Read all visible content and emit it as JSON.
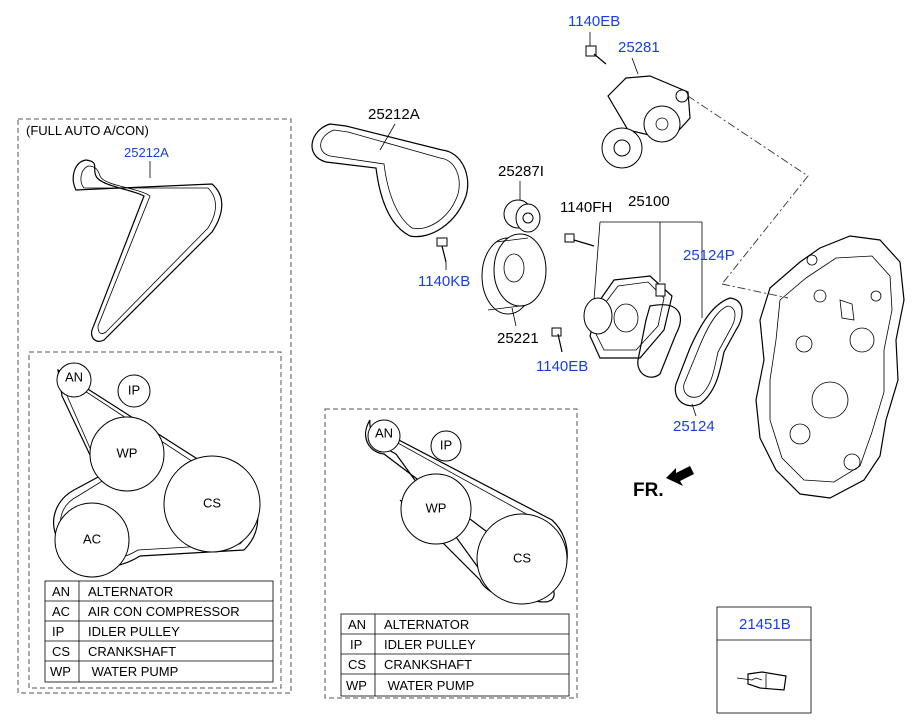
{
  "callouts": {
    "c1140eb_top": "1140EB",
    "c25281": "25281",
    "c25212a_mid": "25212A",
    "c25287i": "25287I",
    "c1140fh": "1140FH",
    "c25100": "25100",
    "c25124p": "25124P",
    "c1140kb": "1140KB",
    "c25221": "25221",
    "c1140eb_bot": "1140EB",
    "c25124": "25124"
  },
  "front_indicator": "FR.",
  "left_panel": {
    "title": "(FULL AUTO A/CON)",
    "belt_code": "25212A",
    "pulleys": {
      "an": "AN",
      "ip": "IP",
      "wp": "WP",
      "cs": "CS",
      "ac": "AC"
    },
    "legend": [
      {
        "code": "AN",
        "desc": "ALTERNATOR"
      },
      {
        "code": "AC",
        "desc": "AIR CON COMPRESSOR"
      },
      {
        "code": "IP",
        "desc": "IDLER PULLEY"
      },
      {
        "code": "CS",
        "desc": "CRANKSHAFT"
      },
      {
        "code": "WP",
        "desc": " WATER PUMP"
      }
    ]
  },
  "center_panel": {
    "pulleys": {
      "an": "AN",
      "ip": "IP",
      "wp": "WP",
      "cs": "CS"
    },
    "legend": [
      {
        "code": "AN",
        "desc": "ALTERNATOR"
      },
      {
        "code": "IP",
        "desc": "IDLER PULLEY"
      },
      {
        "code": "CS",
        "desc": "CRANKSHAFT"
      },
      {
        "code": "WP",
        "desc": " WATER PUMP"
      }
    ]
  },
  "part_box": {
    "code": "21451B"
  }
}
